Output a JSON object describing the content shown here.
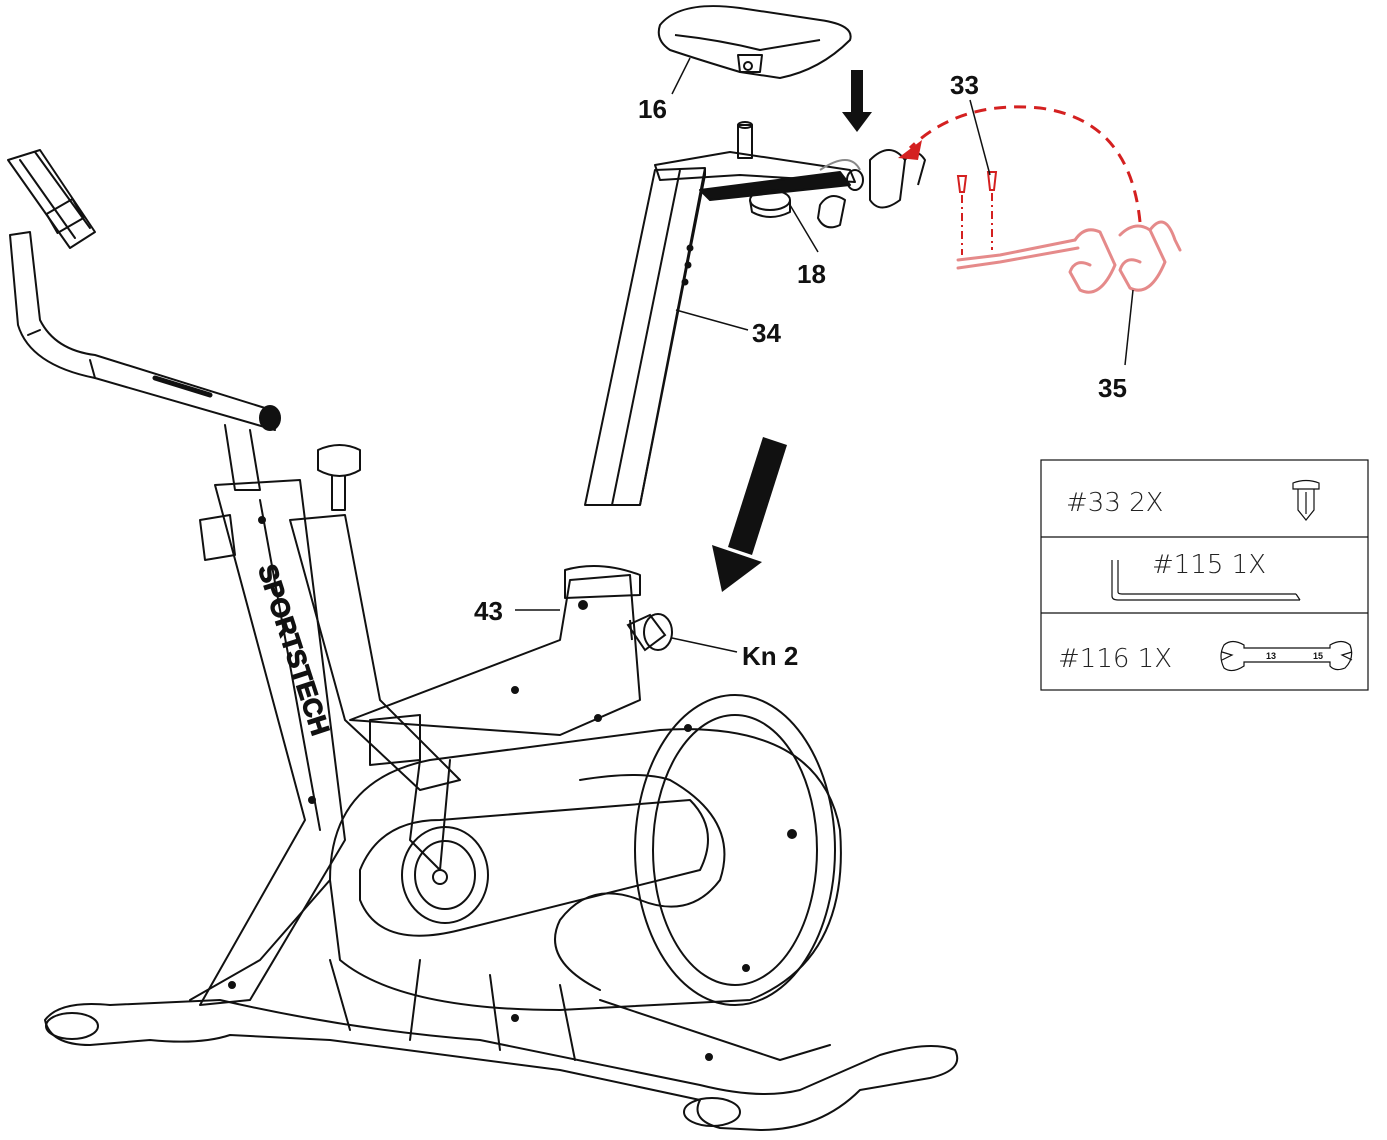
{
  "callouts": {
    "c16": "16",
    "c33": "33",
    "c18": "18",
    "c34": "34",
    "c35": "35",
    "c43": "43",
    "kn2": "Kn 2"
  },
  "brand_text": "SPORTSTECH",
  "parts_table": {
    "rows": [
      {
        "label": "#33  2X",
        "icon": "bolt-icon"
      },
      {
        "label": "#115  1X",
        "icon": "allen-key-icon"
      },
      {
        "label": "#116  1X",
        "icon": "wrench-icon"
      }
    ],
    "wrench_sizes": [
      "13",
      "15"
    ]
  },
  "colors": {
    "line": "#111111",
    "accent_part": "#e58a8a",
    "accent_arrow": "#d42020"
  }
}
